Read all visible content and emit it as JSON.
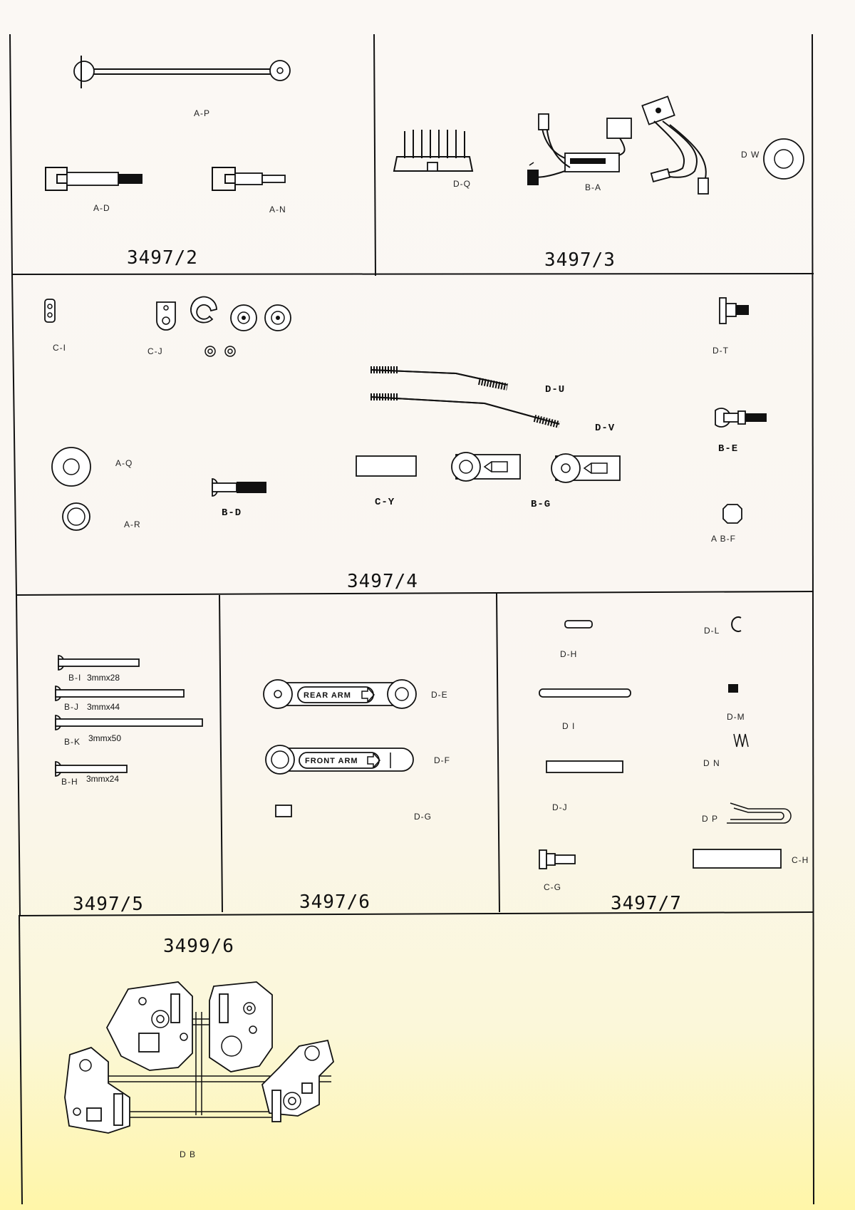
{
  "panels": {
    "p1": "3497/2",
    "p2": "3497/3",
    "p3": "3497/4",
    "p4": "3497/5",
    "p5": "3497/6",
    "p6": "3497/7",
    "p7": "3499/6"
  },
  "parts": {
    "ap": "A-P",
    "ad": "A-D",
    "an": "A-N",
    "dq": "D-Q",
    "ba": "B-A",
    "dw": "D W",
    "ci": "C-I",
    "cj": "C-J",
    "dt": "D-T",
    "du": "D-U",
    "dv": "D-V",
    "be": "B-E",
    "aq": "A-Q",
    "ar": "A-R",
    "bd": "B-D",
    "cy": "C-Y",
    "bg": "B-G",
    "abf": "A B-F",
    "bi": "B-I",
    "bj": "B-J",
    "bk": "B-K",
    "bh": "B-H",
    "de": "D-E",
    "df": "D-F",
    "dg": "D-G",
    "dh": "D-H",
    "dl": "D-L",
    "dm": "D-M",
    "di": "D I",
    "dn": "D N",
    "dj": "D-J",
    "dp": "D P",
    "cg": "C-G",
    "ch": "C-H",
    "db": "D B"
  },
  "sizes": {
    "bi": "3mmx28",
    "bj": "3mmx44",
    "bk": "3mmx50",
    "bh": "3mmx24"
  },
  "arm_text": {
    "rear": "REAR ARM",
    "front": "FRONT ARM"
  }
}
